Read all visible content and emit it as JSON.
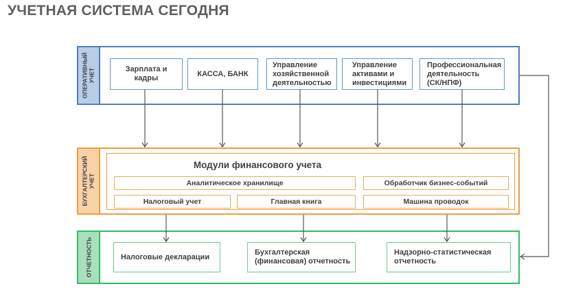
{
  "title": "УЧЕТНАЯ СИСТЕМА СЕГОДНЯ",
  "colors": {
    "operational": "#4a7fc1",
    "accounting": "#f39a3c",
    "reporting": "#2fbb5f",
    "arrow": "#555555"
  },
  "operational": {
    "label": "ОПЕРАТИВНЫЙ\nУЧЕТ",
    "boxes": [
      {
        "text": "Зарплата и\nкадры"
      },
      {
        "text": "КАССА, БАНК"
      },
      {
        "text": "Управление\nхозяйственной\nдеятельностью"
      },
      {
        "text": "Управление\nактивами и\nинвестициями"
      },
      {
        "text": "Профессиональная\nдеятельность\n(СК/НПФ)"
      }
    ]
  },
  "accounting": {
    "label": "БУХГАЛТЕРСКИЙ\nУЧЕТ",
    "heading": "Модули финансового учета",
    "modules": [
      {
        "text": "Аналитическое хранилище"
      },
      {
        "text": "Обработчик бизнес-событий"
      },
      {
        "text": "Налоговый учет"
      },
      {
        "text": "Главная книга"
      },
      {
        "text": "Машина проводок"
      }
    ]
  },
  "reporting": {
    "label": "ОТЧЕТНОСТЬ",
    "boxes": [
      {
        "text": "Налоговые декларации"
      },
      {
        "text": "Бухгалтерская\n(финансовая) отчетность"
      },
      {
        "text": "Надзорно-статистическая\nотчетность"
      }
    ]
  },
  "flows": [
    {
      "from": "Зарплата и кадры",
      "to": "Модули финансового учета"
    },
    {
      "from": "КАССА, БАНК",
      "to": "Модули финансового учета"
    },
    {
      "from": "Управление хозяйственной деятельностью",
      "to": "Модули финансового учета"
    },
    {
      "from": "Управление активами и инвестициями",
      "to": "Модули финансового учета"
    },
    {
      "from": "Профессиональная деятельность (СК/НПФ)",
      "to": "Модули финансового учета"
    },
    {
      "from": "Модули финансового учета",
      "to": "Налоговые декларации"
    },
    {
      "from": "Модули финансового учета",
      "to": "Бухгалтерская (финансовая) отчетность"
    },
    {
      "from": "Модули финансового учета",
      "to": "Надзорно-статистическая отчетность"
    },
    {
      "from": "ОПЕРАТИВНЫЙ УЧЕТ",
      "to": "ОТЧЕТНОСТЬ"
    }
  ]
}
